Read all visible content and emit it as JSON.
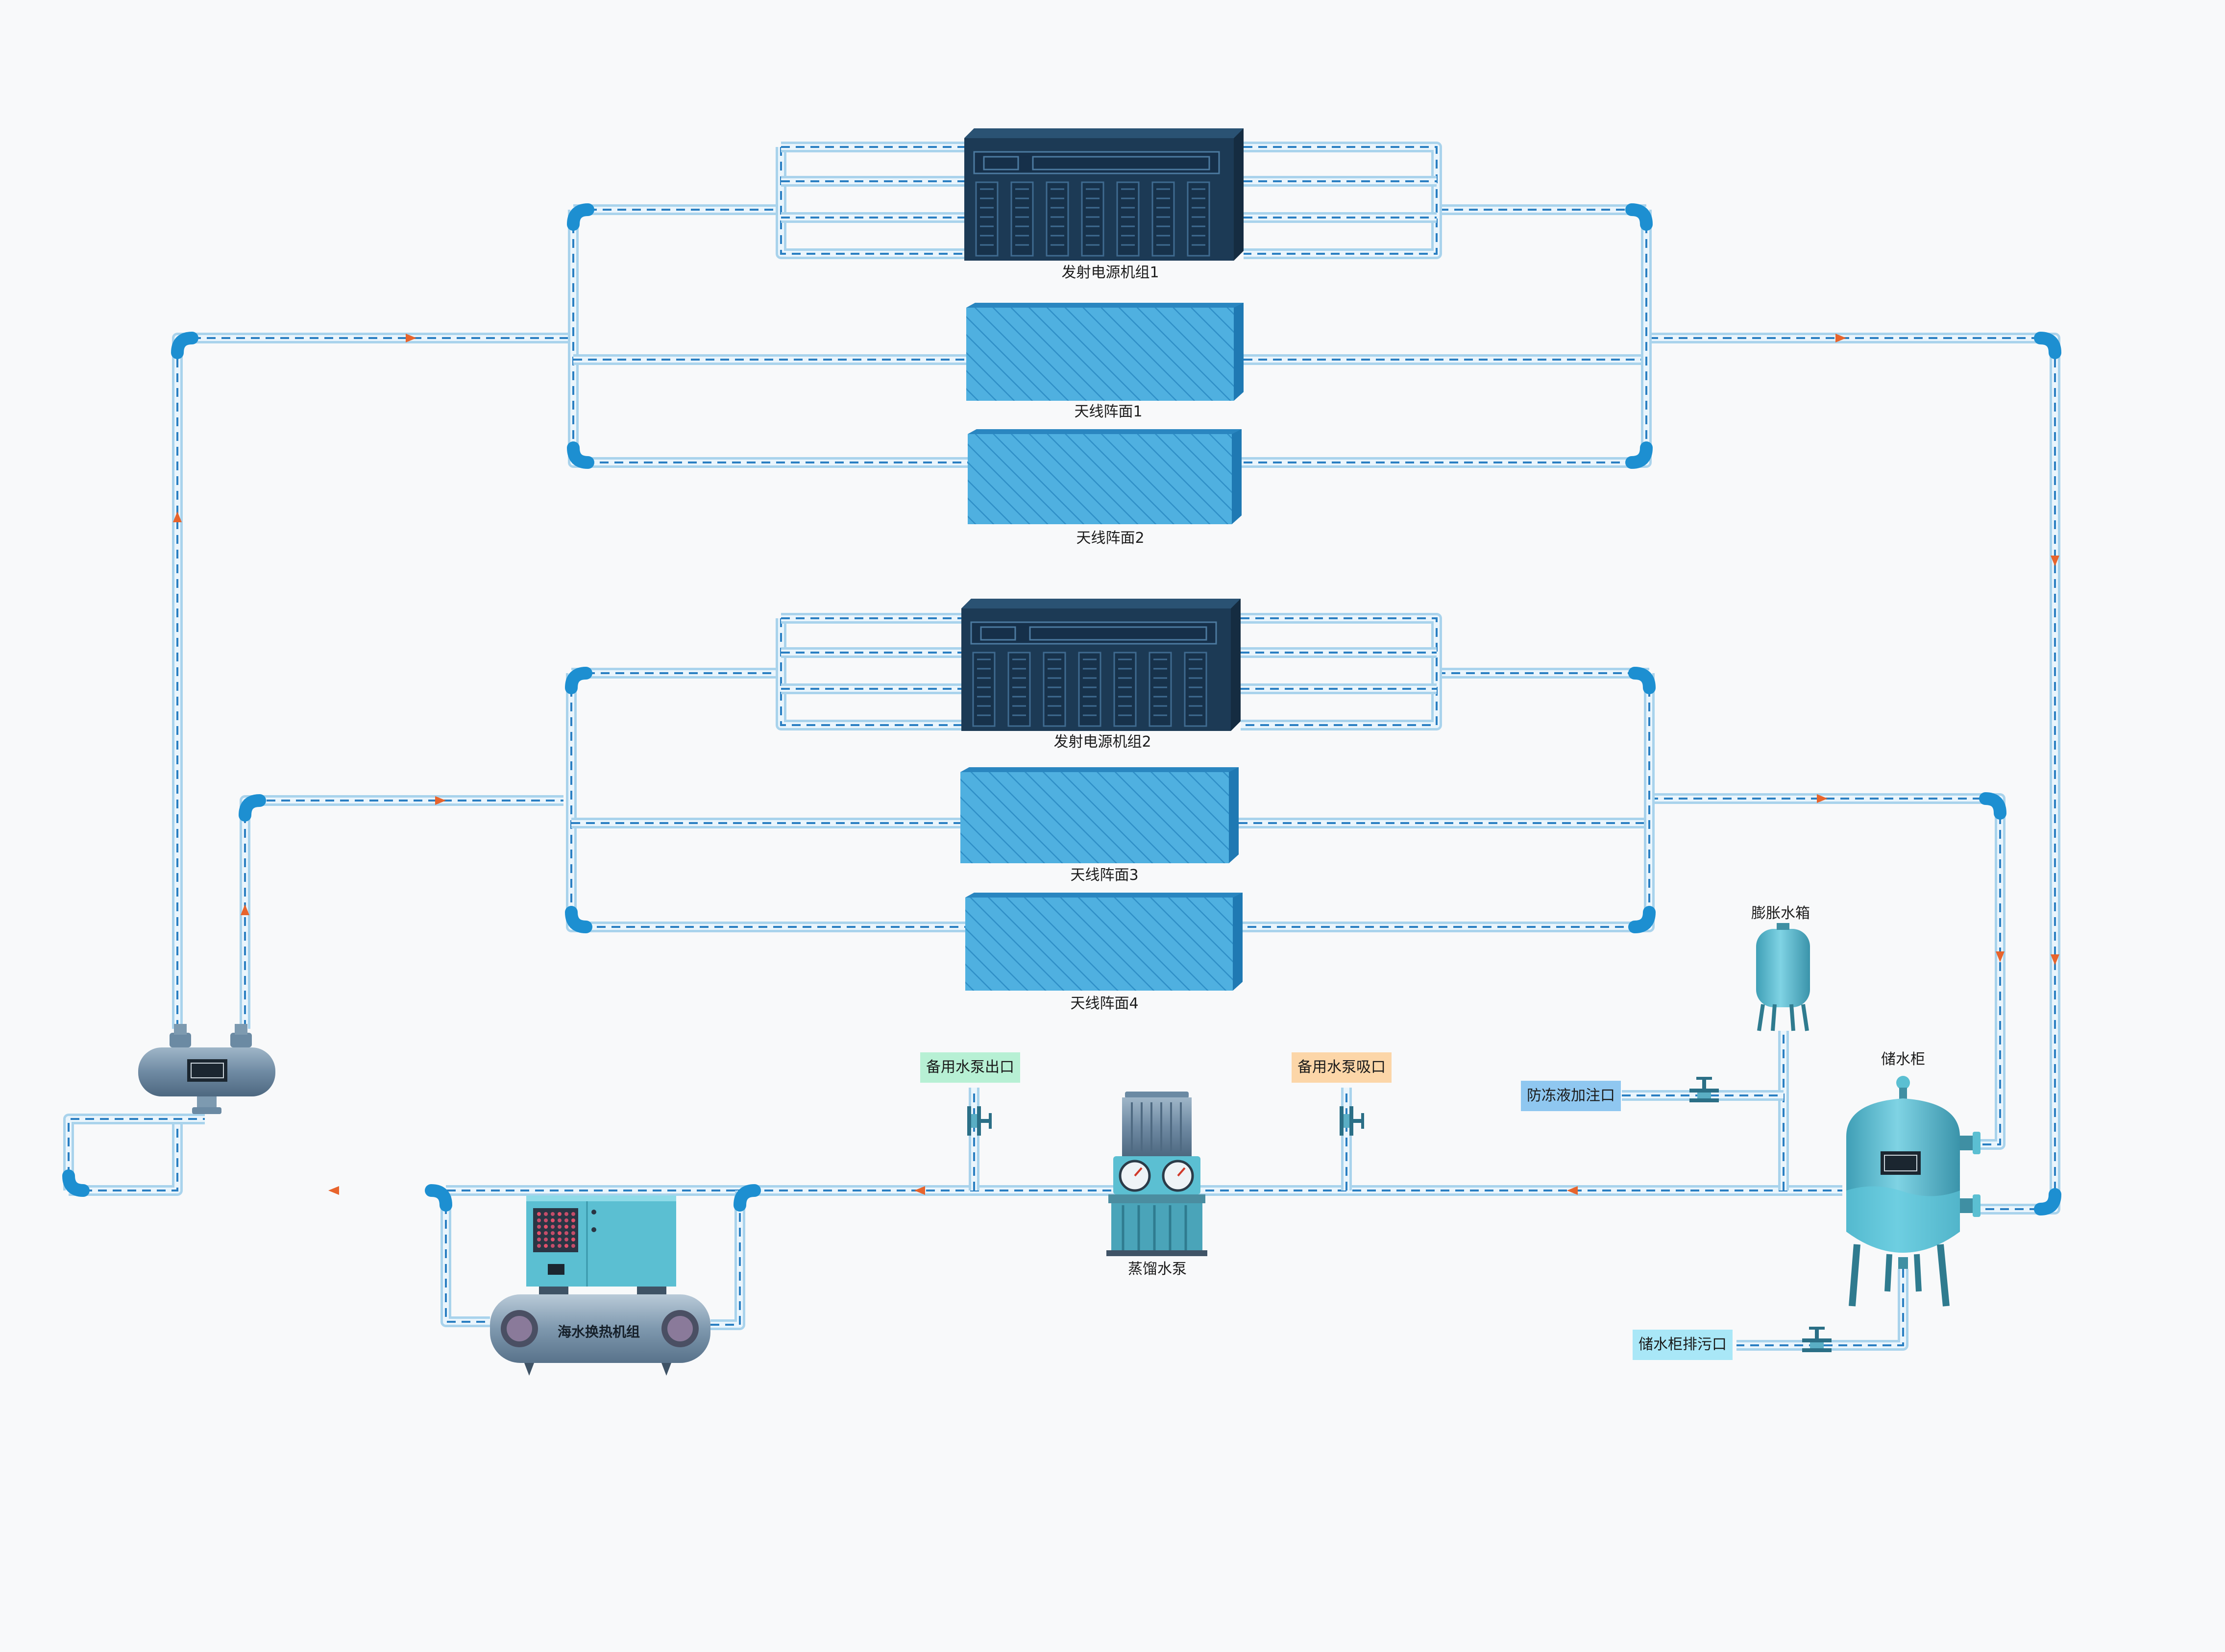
{
  "labels": {
    "power_unit_1": "发射电源机组1",
    "antenna_1": "天线阵面1",
    "antenna_2": "天线阵面2",
    "power_unit_2": "发射电源机组2",
    "antenna_3": "天线阵面3",
    "antenna_4": "天线阵面4",
    "expansion_tank": "膨胀水箱",
    "storage_tank": "储水柜",
    "distilled_pump": "蒸馏水泵",
    "heat_exchanger": "海水换热机组"
  },
  "tags": {
    "backup_pump_outlet": "备用水泵出口",
    "backup_pump_inlet": "备用水泵吸口",
    "antifreeze_inlet": "防冻液加注口",
    "tank_drain": "储水柜排污口"
  },
  "colors": {
    "background": "#f8f9fa",
    "pipe_outer": "#a9d3ec",
    "pipe_inner": "#eaf5fc",
    "pipe_dash": "#2a7fc2",
    "elbow": "#1d8fd1",
    "flow_arrow": "#e8642c",
    "server_body": "#1f3f5a",
    "panel_blue": "#3ea2d8",
    "tank_teal": "#5bbfd2",
    "tag_green": "#b7f0d4",
    "tag_orange": "#fcd6a8",
    "tag_blue": "#8fc7f0",
    "tag_cyan": "#a9e7f7"
  },
  "icons": {
    "flow": "flow-arrow-icon",
    "valve": "valve-icon",
    "gauge": "pressure-gauge-icon"
  }
}
